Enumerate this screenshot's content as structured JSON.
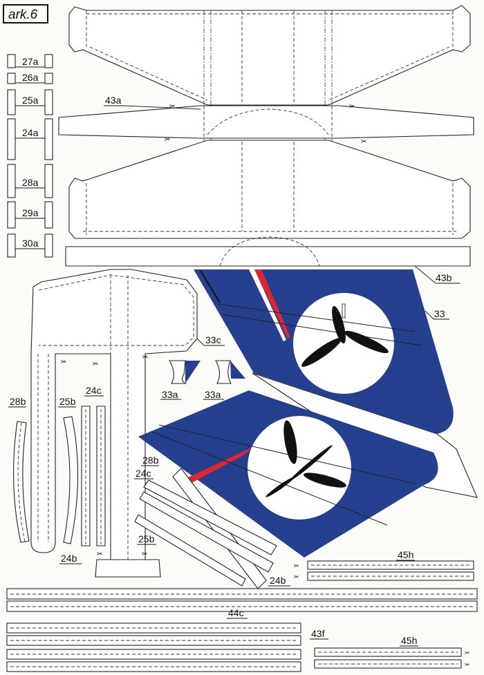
{
  "sheet": {
    "title": "ark.6"
  },
  "colors": {
    "blue": "#24408f",
    "red": "#e0262c",
    "propeller": "#111111",
    "paper": "#fbfbf8"
  },
  "small_parts": [
    "27a",
    "26a",
    "25a",
    "24a",
    "28a",
    "29a",
    "30a"
  ],
  "labels": {
    "p43a": "43a",
    "p43b": "43b",
    "p33": "33",
    "p33c": "33c",
    "p33a_left": "33a",
    "p33a_right": "33a",
    "p28b_left": "28b",
    "p25b_left": "25b",
    "p24c_left": "24c",
    "p24b_left": "24b",
    "p28b_mid": "28b",
    "p24c_mid": "24c",
    "p25b_mid": "25b",
    "p24b_mid": "24b",
    "p45h_top": "45h",
    "p44c": "44c",
    "p43f": "43f",
    "p45h_bottom": "45h"
  }
}
